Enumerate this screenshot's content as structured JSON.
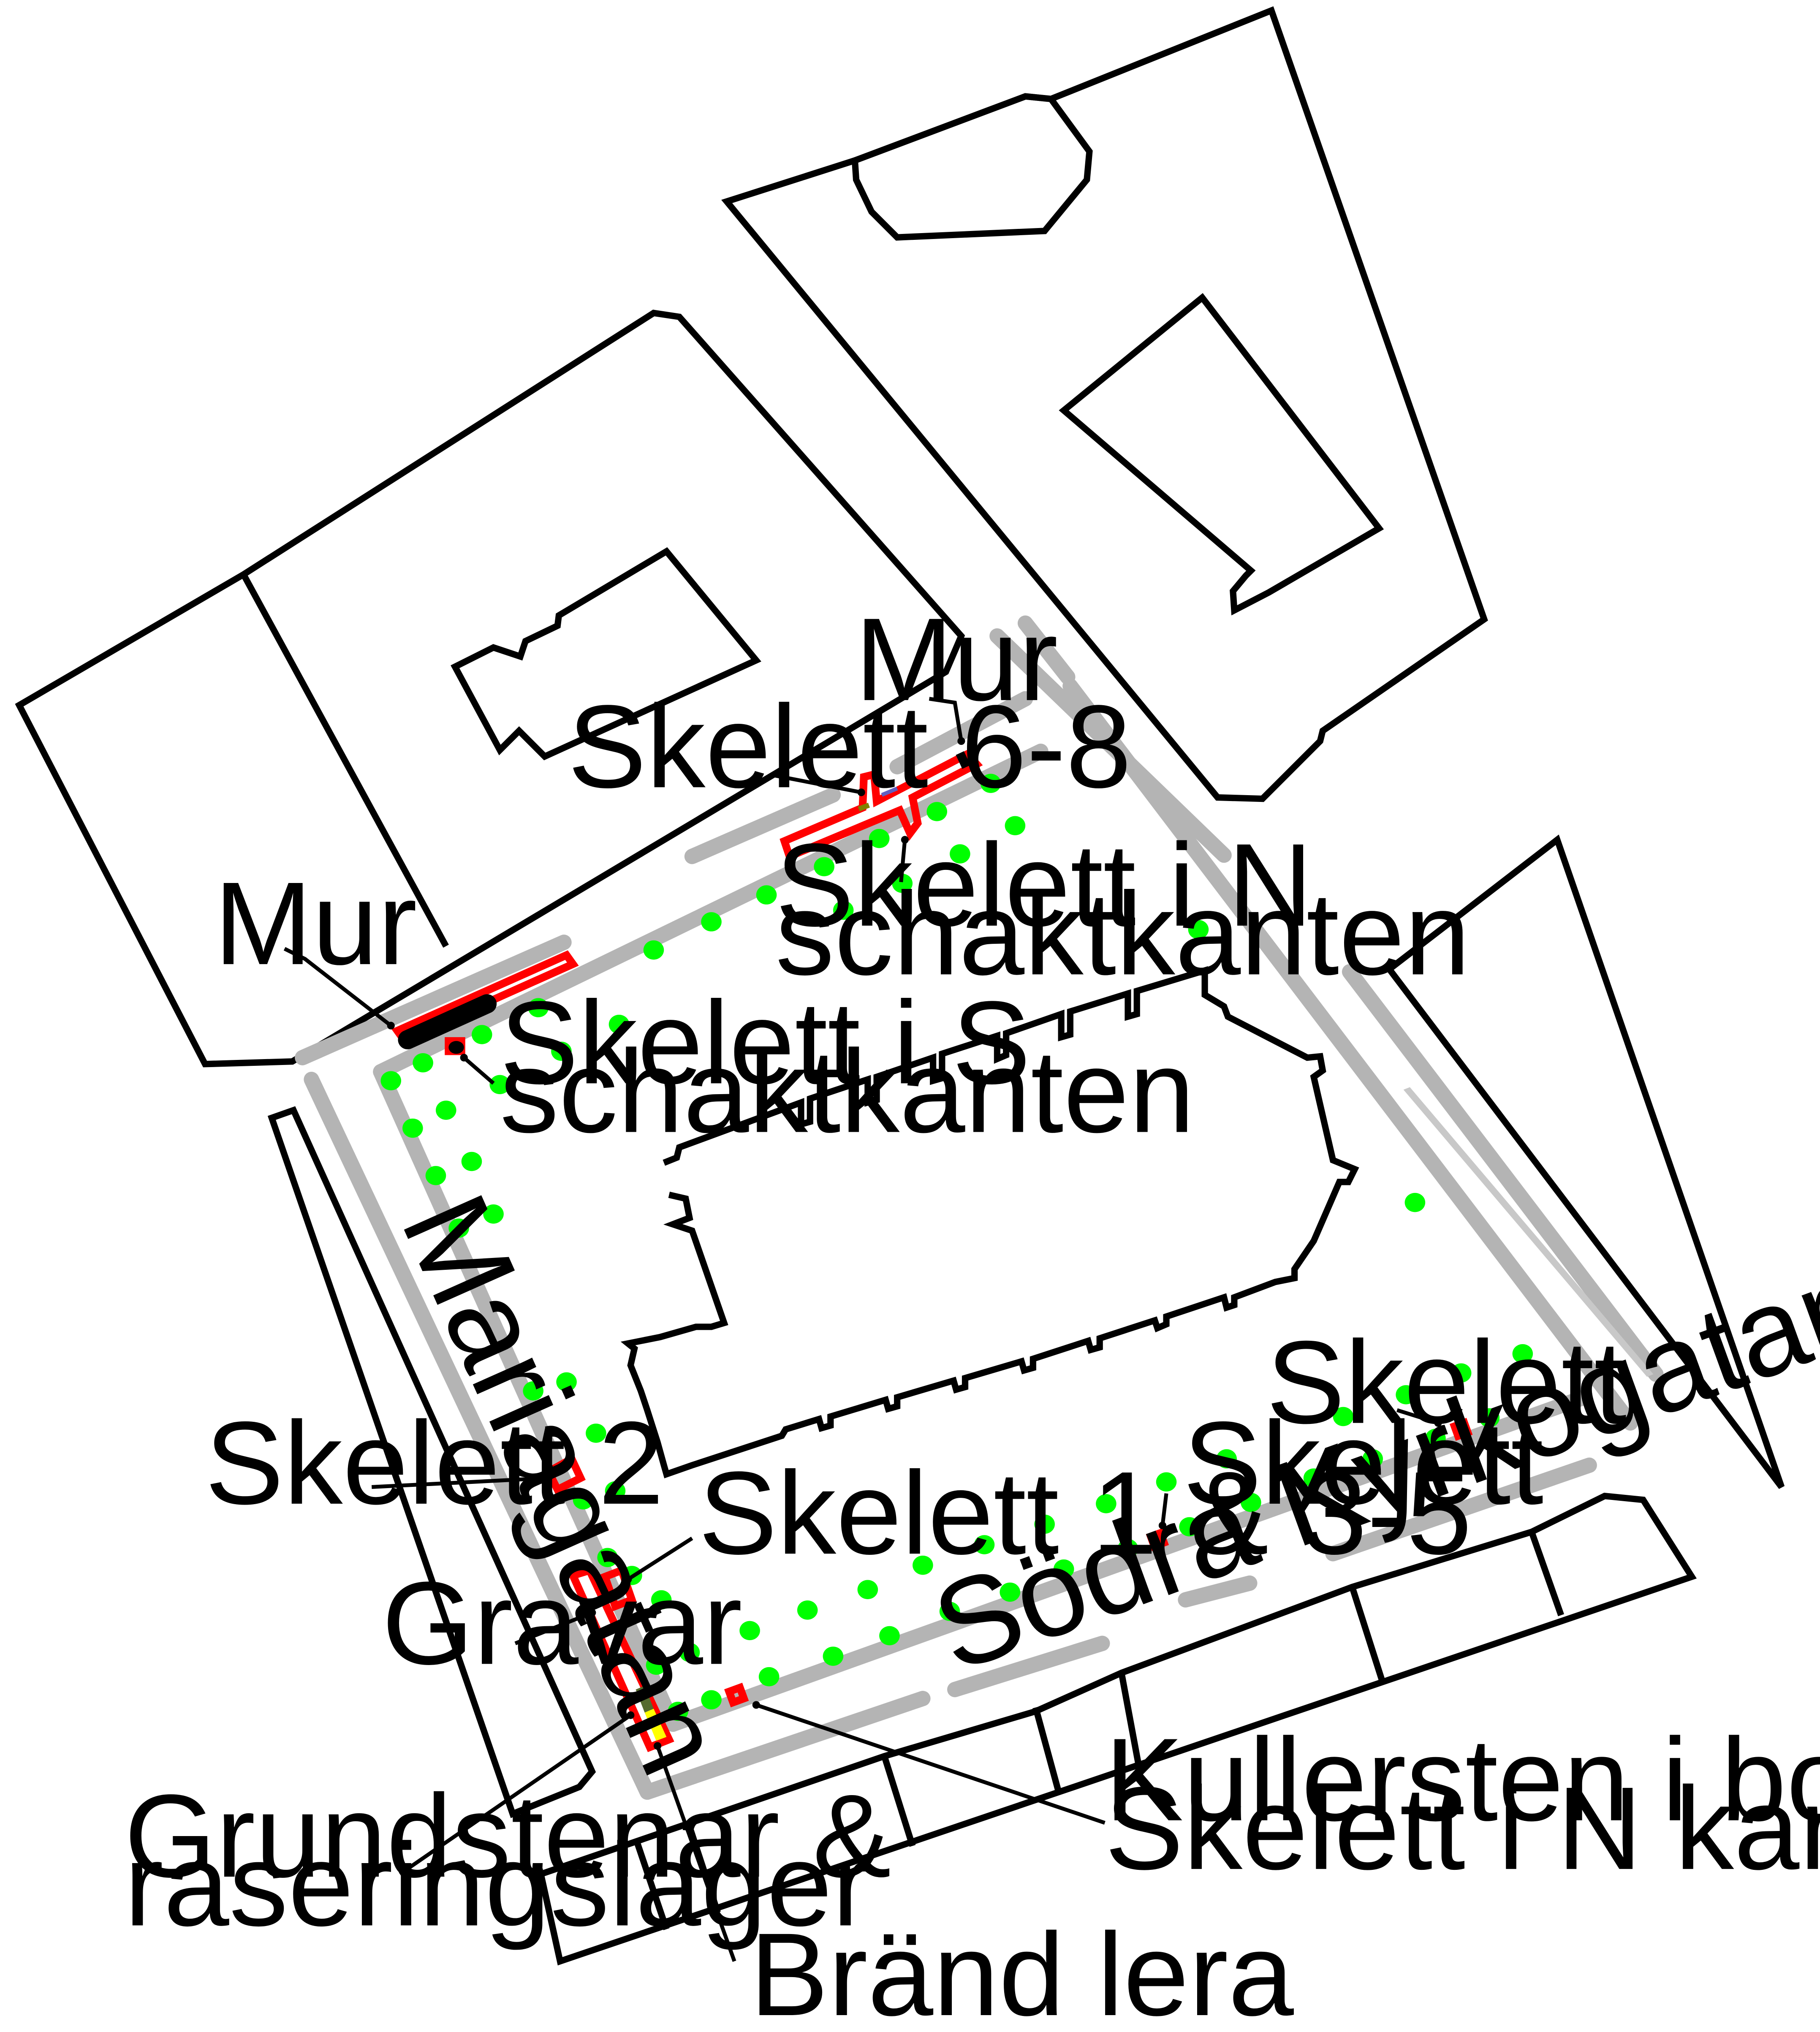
{
  "labels": {
    "mur_north": "Mur",
    "skelett_6_8": "Skelett 6-8",
    "skelett_i_n_line1": "Skelett i N",
    "skelett_i_n_line2": "schaktkanten",
    "mur_west": "Mur",
    "skelett_i_s_line1": "Skelett i S",
    "skelett_i_s_line2": "schaktkanten",
    "skelett_east_1": "Skelett",
    "skelett_east_2": "Skelett",
    "skelett_2": "Skelett 2",
    "skelett_1_3_5": "Skelett 1 & 3-5",
    "gravar": "Gravar",
    "grundstenar_line1": "Grundstenar &",
    "grundstenar_line2": "raseringslager",
    "brand_lera": "Bränd lera",
    "kullersten_line1": "Kullersten i botten",
    "kullersten_line2": "Skelett i N kanten"
  },
  "streets": {
    "mariagatan": "Mariagatan",
    "sodra_kyrkogatan": "Södra Kyrkogatan"
  },
  "colors": {
    "trench_outline": "#ff0000",
    "tree": "#00ff00",
    "street": "#b4b4b4",
    "wall": "#000000",
    "burnt_clay": "#ffff00",
    "foundation": "#556b2f"
  },
  "trees_count_visible": 78
}
